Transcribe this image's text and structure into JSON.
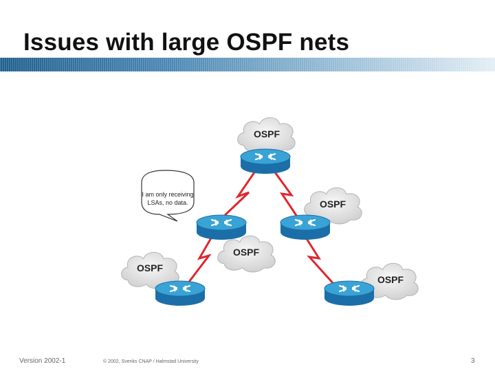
{
  "slide": {
    "title": "Issues with large OSPF nets"
  },
  "diagram": {
    "clouds": [
      {
        "label": "OSPF"
      },
      {
        "label": "OSPF"
      },
      {
        "label": "OSPF"
      },
      {
        "label": "OSPF"
      },
      {
        "label": "OSPF"
      }
    ],
    "callout": {
      "line1": "I am only receiving",
      "line2": "LSAs, no data."
    }
  },
  "footer": {
    "version": "Version 2002-1",
    "copyright": "© 2002, Sveriks CNAP / Halmstad University",
    "page": "3"
  },
  "colors": {
    "router_top": "#3aa3d6",
    "router_side": "#1b6ea8",
    "link": "#e0262d",
    "cloud_fill": "#e6e6e6",
    "title_bar": "#2c6d9a"
  },
  "icons": [
    "router-icon",
    "cloud-icon",
    "serial-link-icon",
    "speech-bubble-icon"
  ]
}
